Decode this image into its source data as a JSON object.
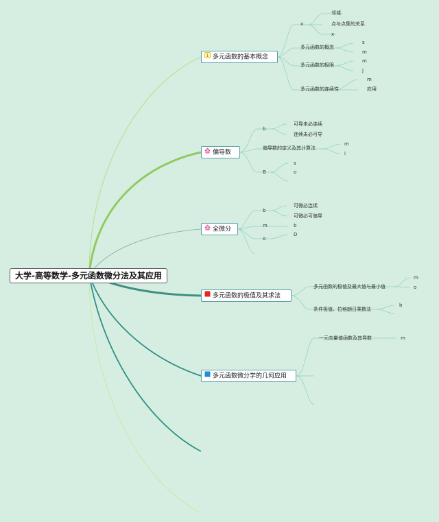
{
  "root": {
    "label": "大学-高等数学-多元函数微分法及其应用"
  },
  "branches": [
    {
      "label": "多元函数的基本概念",
      "icon": "number-one-icon",
      "children": [
        {
          "label": "x"
        },
        {
          "label": "邻域"
        },
        {
          "label": "点与点集的关系"
        },
        {
          "label": "x"
        },
        {
          "label": "多元函数的概念"
        },
        {
          "label": "s"
        },
        {
          "label": "m"
        },
        {
          "label": "多元函数的极限"
        },
        {
          "label": "m"
        },
        {
          "label": "j"
        },
        {
          "label": "m"
        },
        {
          "label": "多元函数的连续性"
        },
        {
          "label": "应用"
        }
      ]
    },
    {
      "label": "偏导数",
      "icon": "home-icon",
      "children": [
        {
          "label": "b"
        },
        {
          "label": "可导未必连续"
        },
        {
          "label": "连续未必可导"
        },
        {
          "label": "偏导数的定义及其计算法"
        },
        {
          "label": "m"
        },
        {
          "label": "i"
        },
        {
          "label": "s"
        },
        {
          "label": "B"
        },
        {
          "label": "o"
        }
      ]
    },
    {
      "label": "全微分",
      "icon": "home-icon",
      "children": [
        {
          "label": "b"
        },
        {
          "label": "可微必连续"
        },
        {
          "label": "可微必可偏导"
        },
        {
          "label": "m"
        },
        {
          "label": "b"
        },
        {
          "label": "o"
        },
        {
          "label": "D"
        }
      ]
    },
    {
      "label": "多元函数的极值及其求法",
      "icon": "red-flag-icon",
      "children": [
        {
          "label": "多元函数的极值及最大值与最小值"
        },
        {
          "label": "m"
        },
        {
          "label": "o"
        },
        {
          "label": "条件极值、拉格朗日乘数法"
        },
        {
          "label": "b"
        }
      ]
    },
    {
      "label": "多元函数微分学的几何应用",
      "icon": "blue-flag-icon",
      "children": [
        {
          "label": "一元向量值函数及其导数"
        },
        {
          "label": "m"
        }
      ]
    }
  ],
  "colors": {
    "background": "#d6eee2",
    "branch_light": "#b6df8f",
    "branch_green": "#8cc65a",
    "branch_gray": "#8bb7a4",
    "branch_teal": "#3f9a88",
    "branch_dark": "#2f8f86",
    "leaf_line": "#8fcfbd"
  }
}
